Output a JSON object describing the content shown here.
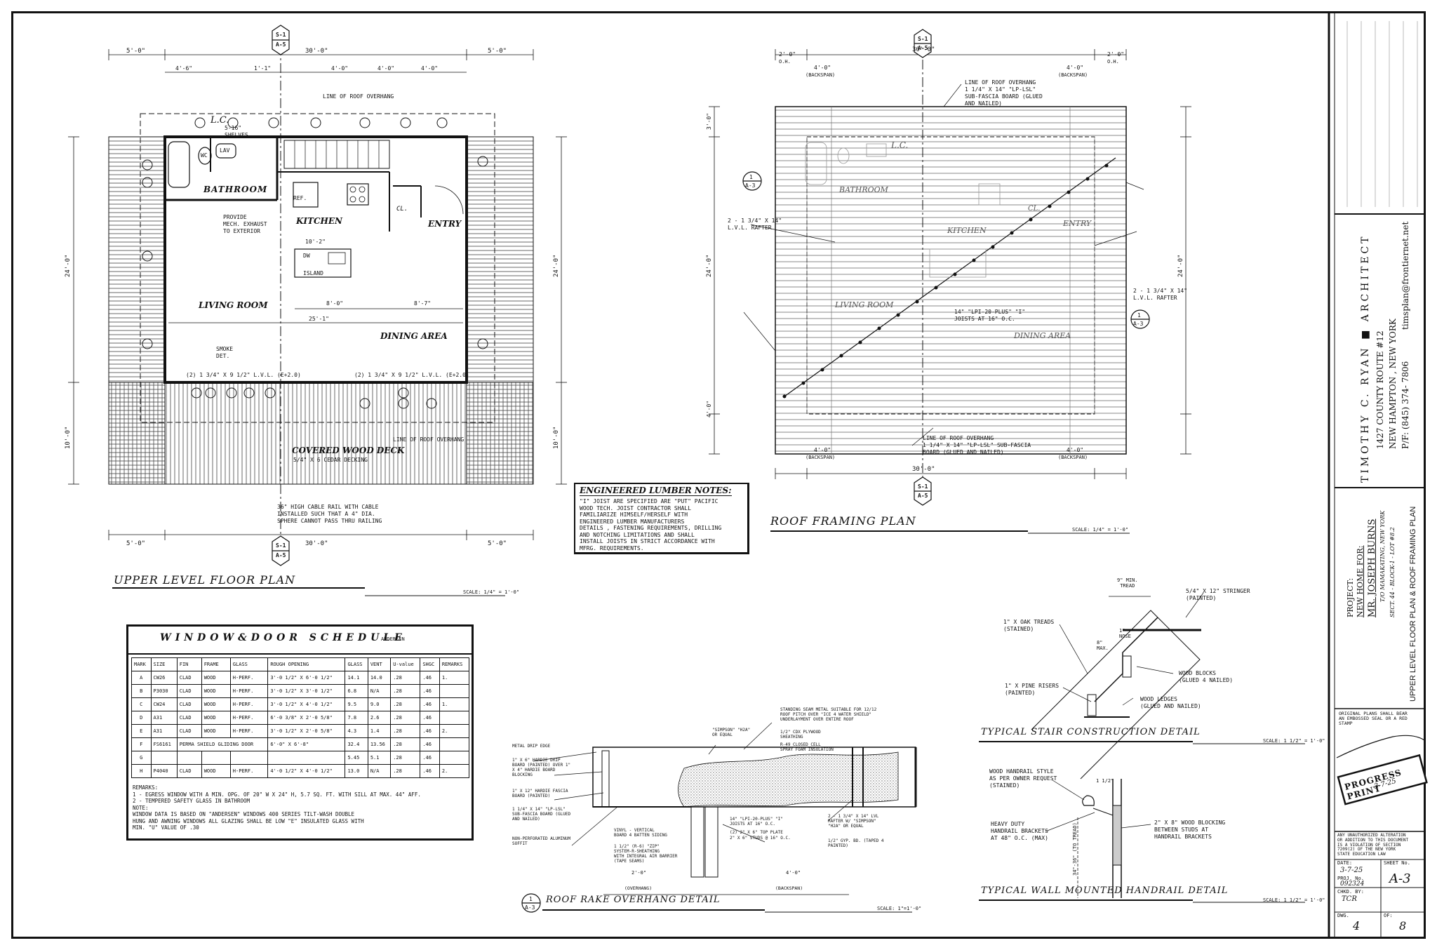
{
  "upper_plan": {
    "title": "UPPER LEVEL FLOOR PLAN",
    "scale": "SCALE: 1/4\" = 1'-0\"",
    "rooms": {
      "bathroom": "BATHROOM",
      "lc": "L.C.",
      "kitchen": "KITCHEN",
      "entry": "ENTRY",
      "living": "LIVING ROOM",
      "dining": "DINING AREA",
      "deck": "COVERED WOOD DECK",
      "deck_sub": "5/4\" X 6 CEDAR DECKING",
      "island": "ISLAND",
      "cl": "CL.",
      "ref": "REF.",
      "dw": "DW",
      "lav": "LAV",
      "wc": "WC"
    },
    "dims": {
      "top_left": "5'-0\"",
      "top_mid": "30'-0\"",
      "top_right": "5'-0\"",
      "bot_left": "5'-0\"",
      "bot_mid": "30'-0\"",
      "bot_right": "5'-0\"",
      "left_1": "24'-0\"",
      "left_2": "10'-0\"",
      "right_1": "24'-0\"",
      "right_2": "10'-0\"",
      "seg1": "4'-6\"",
      "seg2": "1'-1\"",
      "seg3": "4'-0\"",
      "seg4": "4'-0\"",
      "seg5": "4'-0\"",
      "mid1": "10'-2\"",
      "mid2": "8'-0\"",
      "mid3": "8'-7\"",
      "mid4": "25'-1\""
    },
    "notes": {
      "roof_overhang": "LINE OF ROOF OVERHANG",
      "roof_overhang_bot": "LINE OF ROOF OVERHANG",
      "exhaust": "PROVIDE\nMECH. EXHAUST\nTO EXTERIOR",
      "lvl_left": "(2) 1 3/4\" X 9 1/2\" L.V.L. (E+2.0)",
      "lvl_right": "(2) 1 3/4\" X 9 1/2\" L.V.L. (E+2.0)",
      "cable_rail": "36\" HIGH CABLE RAIL WITH CABLE\nINSTALLED SUCH THAT A 4\" DIA.\nSPHERE CANNOT PASS THRU RAILING",
      "smoke": "SMOKE\nDET.",
      "shelves": "5-16\"\nSHELVES"
    },
    "section_tag_top": [
      "S-1",
      "A-5"
    ],
    "section_tag_bot": [
      "S-1",
      "A-5"
    ]
  },
  "roof_plan": {
    "title": "ROOF FRAMING PLAN",
    "scale": "SCALE: 1/4\" = 1'-0\"",
    "rooms": {
      "bathroom": "BATHROOM",
      "lc": "L.C.",
      "kitchen": "KITCHEN",
      "cl": "CL.",
      "entry": "ENTRY",
      "living": "LIVING ROOM",
      "dining": "DINING AREA"
    },
    "dims": {
      "top_mid": "30'-0\"",
      "top_left": "2'-0\"",
      "top_right": "2'-0\"",
      "oh": "O.H.",
      "backspan_l": "4'-0\"",
      "backspan_r": "4'-0\"",
      "backspan": "(BACKSPAN)",
      "left_main": "24'-0\"",
      "right_main": "24'-0\"",
      "left_top": "3'-0\"",
      "left_bot": "4'-0\""
    },
    "notes": {
      "overhang_top": "LINE OF ROOF OVERHANG\n1 1/4\" X 14\" \"LP-LSL\"\nSUB-FASCIA BOARD (GLUED\nAND NAILED)",
      "overhang_bot": "LINE OF ROOF OVERHANG\n1 1/4\" X 14\" \"LP-LSL\" SUB-FASCIA\nBOARD (GLUED AND NAILED)",
      "rafter_left": "2 - 1 3/4\" X 14\"\nL.V.L. RAFTER",
      "rafter_right": "2 - 1 3/4\" X 14\"\nL.V.L. RAFTER",
      "joists": "14\" \"LPI-20-PLUS\" \"I\"\nJOISTS AT 16\" O.C."
    },
    "detail_tag": [
      "1",
      "A-3"
    ],
    "section_tag_top": [
      "S-1",
      "A-5"
    ],
    "section_tag_bot": [
      "S-1",
      "A-5"
    ]
  },
  "lumber_notes": {
    "title": "ENGINEERED LUMBER NOTES:",
    "body": "\"I\" JOIST ARE SPECIFIED ARE \"PUT\" PACIFIC\nWOOD TECH. JOIST CONTRACTOR SHALL\nFAMILIARIZE HIMSELF/HERSELF WITH\nENGINEERED LUMBER MANUFACTURERS\nDETAILS , FASTENING REQUIREMENTS, DRILLING\nAND NOTCHING LIMITATIONS AND SHALL\nINSTALL JOISTS IN STRICT ACCORDANCE WITH\nMFRG. REQUIREMENTS."
  },
  "schedule": {
    "title": "WINDOW&DOOR SCHEDULE",
    "brand": "ANDERSEN",
    "headers": [
      "MARK",
      "SIZE",
      "FIN",
      "FRAME",
      "GLASS",
      "ROUGH OPENING",
      "GLASS",
      "VENT",
      "U-value",
      "SHGC",
      "REMARKS"
    ],
    "rows": [
      [
        "A",
        "CW26",
        "CLAD",
        "WOOD",
        "H-PERF.",
        "3'-0 1/2\" X 6'-0 1/2\"",
        "14.1",
        "14.0",
        ".28",
        ".46",
        "1."
      ],
      [
        "B",
        "P3030",
        "CLAD",
        "WOOD",
        "H-PERF.",
        "3'-0 1/2\" X 3'-0 1/2\"",
        "6.8",
        "N/A",
        ".28",
        ".46",
        ""
      ],
      [
        "C",
        "CW24",
        "CLAD",
        "WOOD",
        "H-PERF.",
        "3'-0 1/2\" X 4'-0 1/2\"",
        "9.5",
        "9.0",
        ".28",
        ".46",
        "1."
      ],
      [
        "D",
        "A31",
        "CLAD",
        "WOOD",
        "H-PERF.",
        "6'-0 3/8\" X 2'-0 5/8\"",
        "7.8",
        "2.6",
        ".28",
        ".46",
        ""
      ],
      [
        "E",
        "A31",
        "CLAD",
        "WOOD",
        "H-PERF.",
        "3'-0 1/2\" X 2'-0 5/8\"",
        "4.3",
        "1.4",
        ".28",
        ".46",
        "2."
      ],
      [
        "F",
        "FS6161",
        "PERMA SHIELD GLIDING DOOR",
        "",
        "",
        "6'-0\" X 6'-8\"",
        "32.4",
        "13.56",
        ".28",
        ".46",
        ""
      ],
      [
        "G",
        "",
        "",
        "",
        "",
        "",
        "5.45",
        "5.1",
        ".28",
        ".46",
        ""
      ],
      [
        "H",
        "P4040",
        "CLAD",
        "WOOD",
        "H-PERF.",
        "4'-0 1/2\" X 4'-0 1/2\"",
        "13.0",
        "N/A",
        ".28",
        ".46",
        "2."
      ]
    ],
    "remarks": "REMARKS:\n1 - EGRESS WINDOW WITH A MIN. OPG. OF 20\" W X 24\" H, 5.7 SQ. FT. WITH SILL AT MAX. 44\" AFF.\n2 - TEMPERED SAFETY GLASS IN BATHROOM\nNOTE:\nWINDOW DATA IS BASED ON \"ANDERSEN\" WINDOWS 400 SERIES TILT-WASH DOUBLE\nHUNG AND AWNING WINDOWS ALL GLAZING SHALL BE LOW \"E\" INSULATED GLASS WITH\nMIN. \"U\" VALUE OF .30"
  },
  "rake_detail": {
    "title": "ROOF RAKE OVERHANG DETAIL",
    "tag": [
      "1",
      "A-3"
    ],
    "scale": "SCALE: 1\"=1'-0\"",
    "dims": [
      "2'-0\"",
      "(OVERHANG)",
      "4'-0\"",
      "(BACKSPAN)"
    ],
    "notes_left": [
      "METAL DRIP EDGE",
      "1\" X 6\" HARDIE DRIP\nBOARD (PAINTED) OVER 1\"\nX 4\" HARDIE BOARD\nBLOCKING",
      "1\" X 12\" HARDIE FASCIA\nBOARD (PAINTED)",
      "1 1/4\" X 14\" \"LP-LSL\"\nSUB-FASCIA BOARD (GLUED\nAND NAILED)",
      "NON-PERFORATED ALUMINUM\nSOFFIT"
    ],
    "notes_top": [
      "STANDING SEAM METAL SUITABLE FOR 12/12\nROOF PITCH OVER \"ICE 4 WATER SHIELD\"\nUNDERLAYMENT OVER ENTIRE ROOF",
      "\"SIMPSON\" \"H2A\"\nOR EQUAL",
      "1/2\" CDX PLYWOOD\nSHEATHING",
      "R-49 CLOSED CELL\nSPRAY FOAM INSULATION"
    ],
    "notes_bot": [
      "VINYL - VERTICAL\nBOARD 4 BATTEN SIDING",
      "1 1/2\" (R-6) \"ZIP\"\nSYSTEM-R-SHEATHING\nWITH INTEGRAL AIR BARRIER\n(TAPE SEAMS)",
      "14\" \"LPI-20-PLUS\" \"I\"\nJOISTS AT 16\" O.C.",
      "(2) 2\" X 6\" TOP PLATE",
      "2\" X 6\" STUDS @ 16\" O.C.",
      "2 - 1 3/4\" X 14\" LVL\nRAFTER W/ \"SIMPSON\"\n\"H2A\" OR EQUAL",
      "1/2\" GYP. BD. (TAPED 4\nPAINTED)"
    ]
  },
  "stair_detail": {
    "title": "TYPICAL STAIR CONSTRUCTION DETAIL",
    "scale": "SCALE: 1 1/2\" = 1'-0\"",
    "notes": {
      "tread": "9\" MIN.\nTREAD",
      "stringer": "5/4\" X 12\" STRINGER\n(PAINTED)",
      "oak": "1\" X OAK TREADS\n(STAINED)",
      "nose": "1\"\nNOSE",
      "riser": "8\"\nMAX.",
      "blocks": "WOOD BLOCKS\n(GLUED 4 NAILED)",
      "pine": "1\" X PINE RISERS\n(PAINTED)",
      "ledges": "WOOD LEDGES\n(GLUED AND NAILED)"
    }
  },
  "handrail_detail": {
    "title": "TYPICAL WALL MOUNTED HANDRAIL DETAIL",
    "scale": "SCALE: 1 1/2\" = 1'-0\"",
    "notes": {
      "style": "WOOD HANDRAIL STYLE\nAS PER OWNER REQUEST\n(STAINED)",
      "brackets": "HEAVY DUTY\nHANDRAIL BRACKETS\nAT 48\" O.C. (MAX)",
      "blocking": "2\" X 8\" WOOD BLOCKING\nBETWEEN STUDS AT\nHANDRAIL BRACKETS",
      "height": "34\"-36\"\n(TO TREAD)",
      "gap": "1 1/2\""
    }
  },
  "title_block": {
    "architect": "TIMOTHY C. RYAN ■ ARCHITECT",
    "address": "1427 COUNTY ROUTE #12",
    "city": "NEW HAMPTON , NEW YORK",
    "phone": "P/F: (845) 374- 7806",
    "email": "timsplan@frontiernet.net",
    "project_label": "PROJECT:",
    "project_name": "NEW HOME FOR:",
    "client": "MR. JOSEPH BURNS",
    "location": "T/O MAMAKATING, NEW YORK",
    "lot": "SECT. 44 - BLOCK-1 - LOT #8.2",
    "sheet_desc": "UPPER LEVEL FLOOR PLAN & ROOF FRAMING PLAN",
    "seal_note": "ORIGINAL PLANS SHALL BEAR\nAN EMBOSSED SEAL OR A RED\nSTAMP",
    "stamp": "PROGRESS PRINT",
    "stamp_date": "3-7-25",
    "warning": "ANY UNAUTHORIZED ALTERATION\nOR ADDITION TO THIS DOCUMENT\nIS A VIOLATION OF SECTION\n7209(2) OF THE NEW YORK\nSTATE EDUCATION LAW",
    "date_label": "DATE:",
    "date": "3-7-25",
    "proj_label": "PROJ. No.",
    "proj_no": "092324",
    "chkd_label": "CHKD. BY:",
    "chkd": "TCR",
    "sheet_label": "SHEET No.",
    "sheet_no": "A-3",
    "dwg_label": "DWG.",
    "dwg": "4",
    "of_label": "OF:",
    "of": "8"
  }
}
